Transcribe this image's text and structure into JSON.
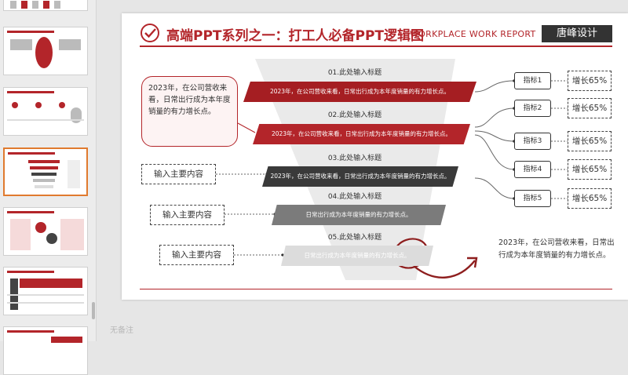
{
  "slide": {
    "title": "高端PPT系列之一：打工人必备PPT逻辑图",
    "subtitle": "WORKPLACE WORK REPORT",
    "brand": "唐峰设计",
    "callout_text": "2023年，在公司营收来看，日常出行成为本年度销量的有力增长点。",
    "right_note": "2023年，在公司营收来看，日常出行成为本年度销量的有力增长点。",
    "stages": [
      {
        "label": "01.此处输入标题",
        "text": "2023年，在公司营收来看，日常出行成为本年度销量的有力增长点。",
        "color": "#a51e22"
      },
      {
        "label": "02.此处输入标题",
        "text": "2023年，在公司营收来看，日常出行成为本年度销量的有力增长点。",
        "color": "#b3252a"
      },
      {
        "label": "03.此处输入标题",
        "text": "2023年，在公司营收来看，日常出行成为本年度销量的有力增长点。",
        "color": "#3a3a3a"
      },
      {
        "label": "04.此处输入标题",
        "text": "日常出行成为本年度销量的有力增长点。",
        "color": "#7b7b7b"
      },
      {
        "label": "05.此处输入标题",
        "text": "日常出行成为本年度销量的有力增长点。",
        "color": "#dcdcdc"
      }
    ],
    "inputs": [
      "输入主要内容",
      "输入主要内容",
      "输入主要内容"
    ],
    "metrics": [
      {
        "label": "指标1",
        "growth": "增长65%"
      },
      {
        "label": "指标2",
        "growth": "增长65%"
      },
      {
        "label": "指标3",
        "growth": "增长65%"
      },
      {
        "label": "指标4",
        "growth": "增长65%"
      },
      {
        "label": "指标5",
        "growth": "增长65%"
      }
    ]
  },
  "notes_placeholder": "无备注",
  "colors": {
    "accent": "#b3252a",
    "dark": "#333333"
  }
}
